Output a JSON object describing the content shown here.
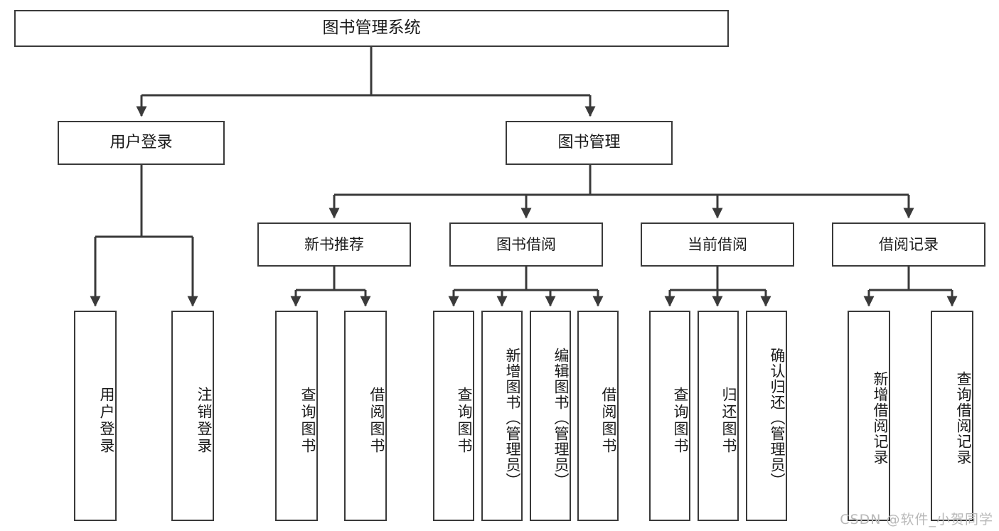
{
  "diagram": {
    "title": "图书管理系统",
    "type": "hierarchy-tree",
    "watermark": "CSDN @软件_小贺同学",
    "colors": {
      "box_border": "#3a3a3a",
      "box_fill": "#ffffff",
      "connector": "#3a3a3a",
      "text": "#1a1a1a",
      "watermark": "#b9b9b9"
    },
    "levels": {
      "root": {
        "label": "图书管理系统"
      },
      "branches": [
        {
          "label": "用户登录"
        },
        {
          "label": "图书管理"
        }
      ],
      "subbranches": [
        {
          "label": "新书推荐"
        },
        {
          "label": "图书借阅"
        },
        {
          "label": "当前借阅"
        },
        {
          "label": "借阅记录"
        }
      ],
      "leaves": [
        {
          "label": "用户登录",
          "parent": "用户登录"
        },
        {
          "label": "注销登录",
          "parent": "用户登录"
        },
        {
          "label": "查询图书",
          "parent": "新书推荐"
        },
        {
          "label": "借阅图书",
          "parent": "新书推荐"
        },
        {
          "label": "查询图书",
          "parent": "图书借阅"
        },
        {
          "label": "新增图书（管理员）",
          "parent": "图书借阅"
        },
        {
          "label": "编辑图书（管理员）",
          "parent": "图书借阅"
        },
        {
          "label": "借阅图书",
          "parent": "图书借阅"
        },
        {
          "label": "查询图书",
          "parent": "当前借阅"
        },
        {
          "label": "归还图书",
          "parent": "当前借阅"
        },
        {
          "label": "确认归还（管理员）",
          "parent": "当前借阅"
        },
        {
          "label": "新增借阅记录",
          "parent": "借阅记录"
        },
        {
          "label": "查询借阅记录",
          "parent": "借阅记录"
        }
      ]
    }
  }
}
